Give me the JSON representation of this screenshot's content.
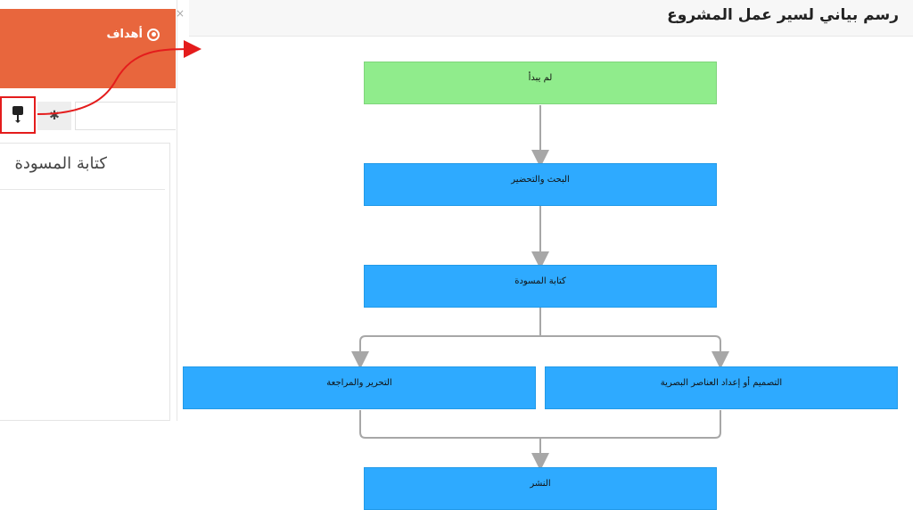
{
  "goal_card": {
    "title": "أهداف",
    "close_symbol": "×"
  },
  "toolbar": {
    "gear_symbol": "✱"
  },
  "draft_card": {
    "label": "كتابة المسودة"
  },
  "chart": {
    "title": "رسم بياني لسير عمل المشروع",
    "nodes": {
      "not_started": "لم يبدأ",
      "research": "البحث والتحضير",
      "draft": "كتابة المسودة",
      "editing": "التحرير والمراجعة",
      "design": "التصميم أو إعداد العناصر البصرية",
      "publish": "النشر"
    }
  },
  "colors": {
    "header_orange": "#e8663d",
    "node_green": "#90ec8c",
    "node_blue": "#2eaaff",
    "highlight_red": "#e41c1c"
  }
}
